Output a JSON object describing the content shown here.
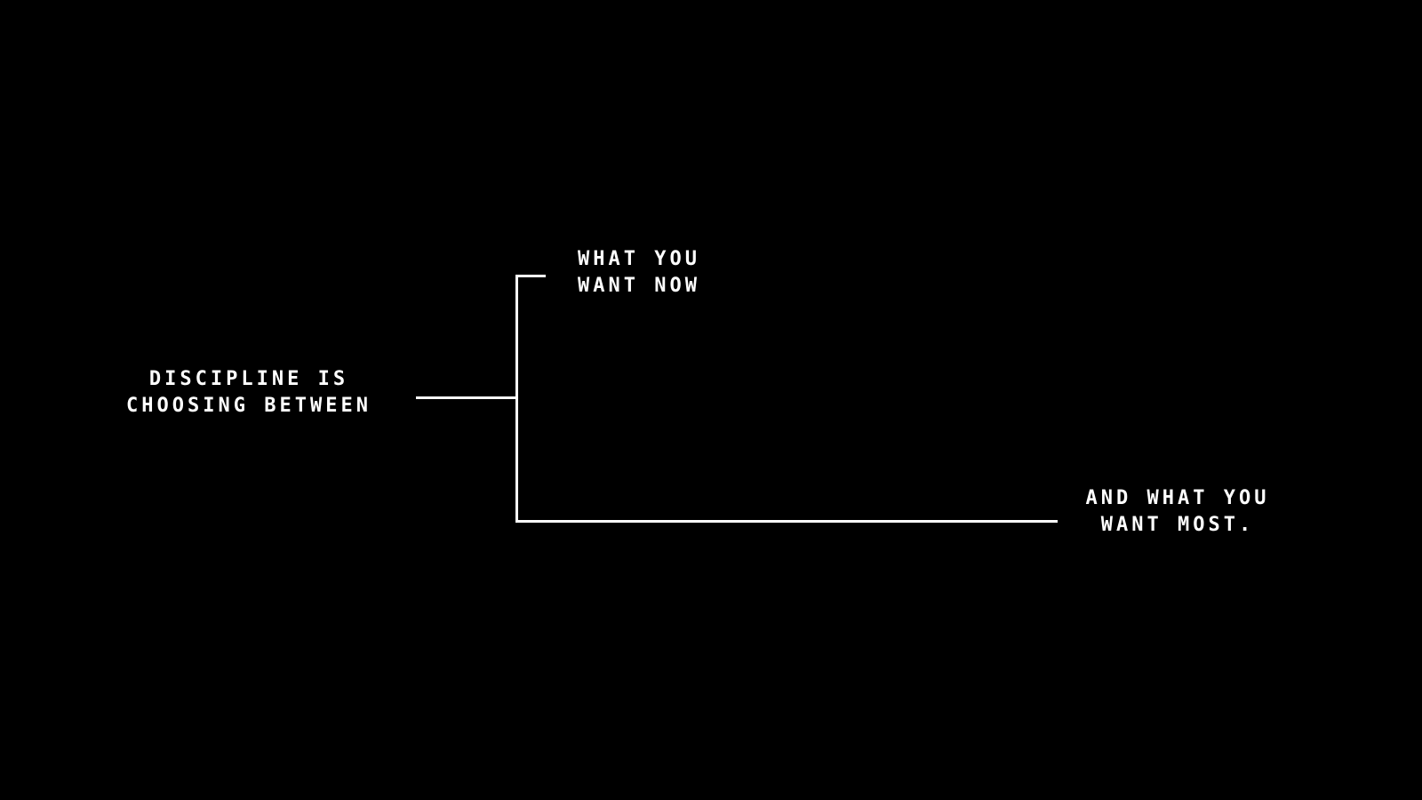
{
  "background_color": "#000000",
  "text_color": "#ffffff",
  "line_color": "#ffffff",
  "diagram": {
    "root_label": {
      "line1": "DISCIPLINE IS",
      "line2": "CHOOSING BETWEEN"
    },
    "branch_top": {
      "line1": "WHAT YOU",
      "line2": "WANT NOW"
    },
    "branch_bottom": {
      "line1": "AND WHAT YOU",
      "line2": "WANT MOST."
    }
  }
}
